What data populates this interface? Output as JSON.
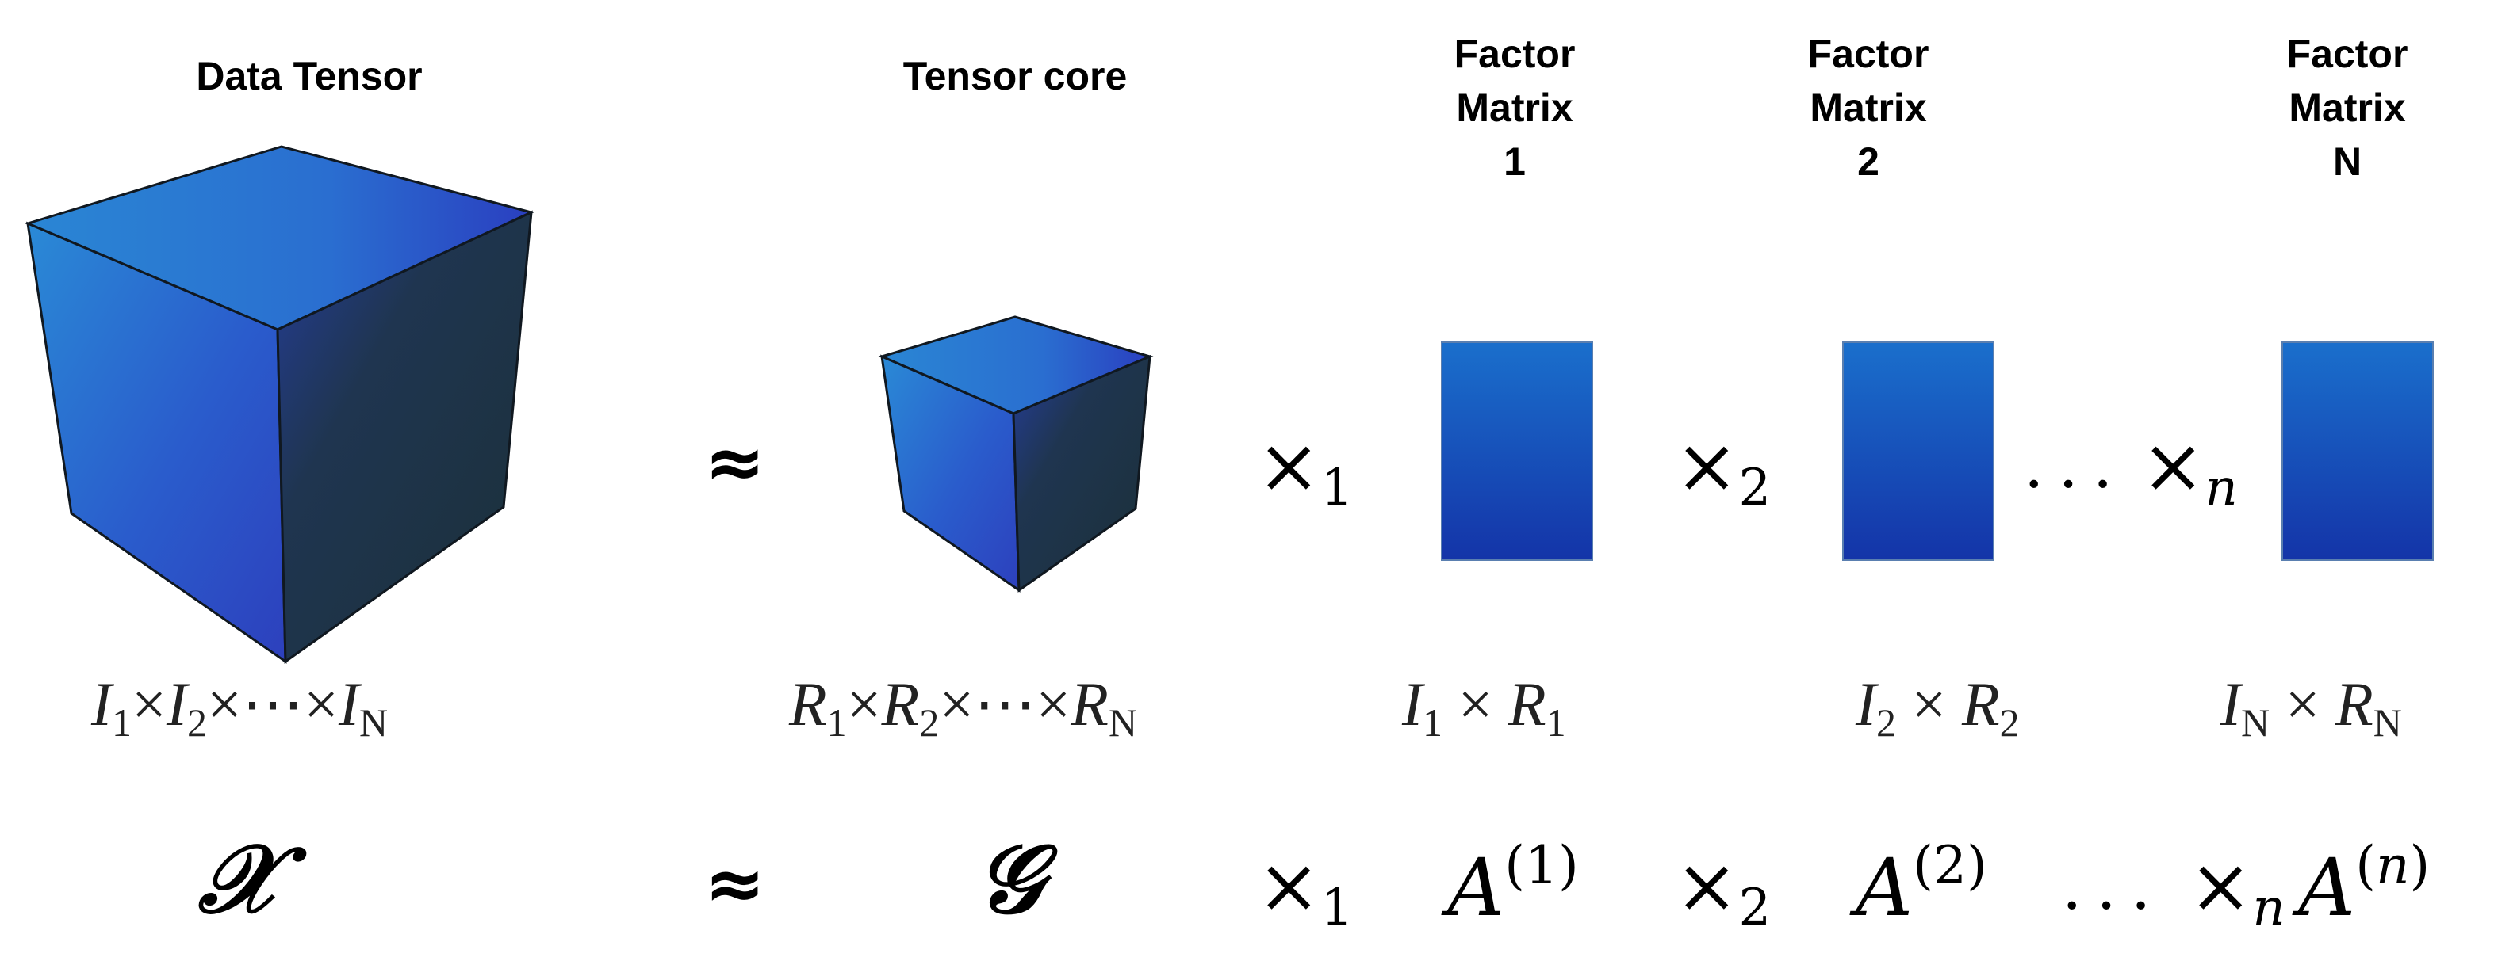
{
  "headers": {
    "data_tensor": "Data Tensor",
    "tensor_core": "Tensor core",
    "factor_1": [
      "Factor",
      "Matrix",
      "1"
    ],
    "factor_2": [
      "Factor",
      "Matrix",
      "2"
    ],
    "factor_n": [
      "Factor",
      "Matrix",
      "N"
    ]
  },
  "operators": {
    "approx": "≈",
    "times": "×",
    "mode_1": "1",
    "mode_2": "2",
    "mode_n": "n",
    "ellipsis": "..."
  },
  "dimensions": {
    "data_tensor": {
      "a": "I",
      "a_sub": "1",
      "b": "I",
      "b_sub": "2",
      "mid": "×⋯×",
      "c": "I",
      "c_sub": "N"
    },
    "tensor_core": {
      "a": "R",
      "a_sub": "1",
      "b": "R",
      "b_sub": "2",
      "mid": "×⋯×",
      "c": "R",
      "c_sub": "N"
    },
    "factor_1": {
      "a": "I",
      "a_sub": "1",
      "b": "R",
      "b_sub": "1"
    },
    "factor_2": {
      "a": "I",
      "a_sub": "2",
      "b": "R",
      "b_sub": "2"
    },
    "factor_n": {
      "a": "I",
      "a_sub": "N",
      "b": "R",
      "b_sub": "N"
    }
  },
  "symbols": {
    "data_tensor": "𝒳",
    "tensor_core": "𝒢",
    "factor_letter": "A",
    "factor_1_sup": "(1)",
    "factor_2_sup": "(2)",
    "factor_n_sup_open": "(",
    "factor_n_sup_var": "n",
    "factor_n_sup_close": ")"
  },
  "colors": {
    "cube_light": "#2a8ad6",
    "cube_mid": "#2d4bc4",
    "cube_dark_side": "#1e3440",
    "matrix_top": "#1a6fcc",
    "matrix_bottom": "#1434a8",
    "edge": "#101820"
  }
}
